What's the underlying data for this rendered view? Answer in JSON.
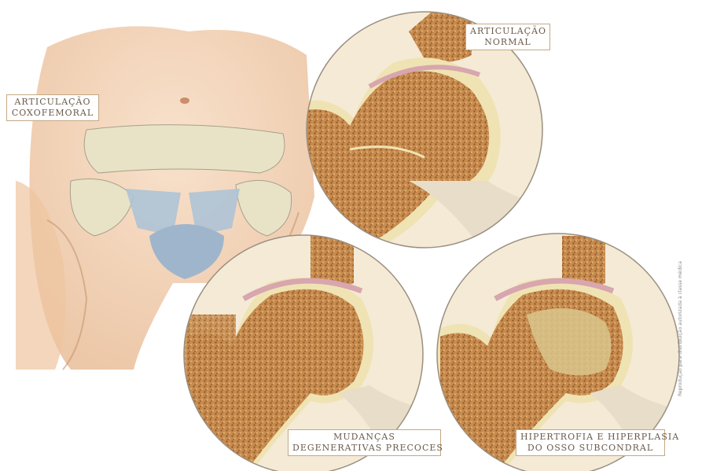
{
  "labels": {
    "hip_joint": {
      "line1": "Articulação",
      "line2": "coxofemoral"
    },
    "normal": {
      "line1": "Articulação",
      "line2": "normal"
    },
    "early": {
      "line1": "Mudanças",
      "line2": "degenerativas precoces"
    },
    "hypertrophy": {
      "line1": "Hipertrofia e hiperplasia",
      "line2": "do osso subcondral"
    }
  },
  "side_note": "Reprodução para distribuição autorizada à classe médica",
  "colors": {
    "bone": "#b77a3e",
    "bone_light": "#dcaa6e",
    "cartilage": "#efe3b3",
    "synovium": "#d8a6ae",
    "skin": "#f3d1b4",
    "pelvis_bone": "#e8e2c6",
    "bladder": "#aec3d6",
    "label_border": "#c4a985"
  }
}
